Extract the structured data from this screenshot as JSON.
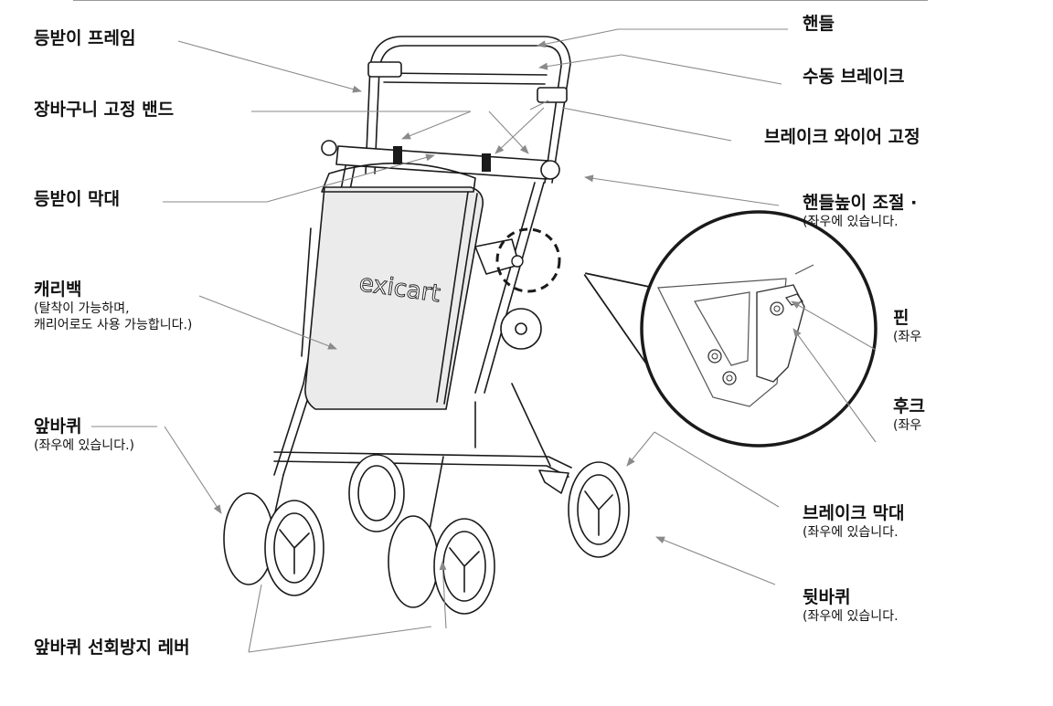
{
  "product": {
    "logo_text": "exicart"
  },
  "labels": {
    "backrest_frame": {
      "title": "등받이 프레임"
    },
    "basket_band": {
      "title": "장바구니 고정 밴드"
    },
    "backrest_bar": {
      "title": "등받이 막대"
    },
    "carry_bag": {
      "title": "캐리백",
      "note_1": "(탈착이 가능하며,",
      "note_2": "캐리어로도 사용 가능합니다.)"
    },
    "front_wheel": {
      "title": "앞바퀴",
      "note": "(좌우에 있습니다.)"
    },
    "swivel_lever": {
      "title": "앞바퀴 선회방지 레버"
    },
    "handle": {
      "title": "핸들"
    },
    "hand_brake": {
      "title": "수동 브레이크"
    },
    "wire_clip": {
      "title": "브레이크 와이어 고정"
    },
    "height_adjust": {
      "title": "핸들높이 조절 ·",
      "note": "(좌우에 있습니다."
    },
    "pin": {
      "title": "핀",
      "note": "(좌우"
    },
    "hook": {
      "title": "후크",
      "note": "(좌우"
    },
    "brake_bar": {
      "title": "브레이크 막대",
      "note": "(좌우에 있습니다."
    },
    "rear_wheel": {
      "title": "뒷바퀴",
      "note": "(좌우에 있습니다."
    }
  },
  "colors": {
    "line": "#8a8a8a",
    "ink": "#1a1a1a",
    "bag_fill": "#ebebeb",
    "background": "#ffffff"
  }
}
